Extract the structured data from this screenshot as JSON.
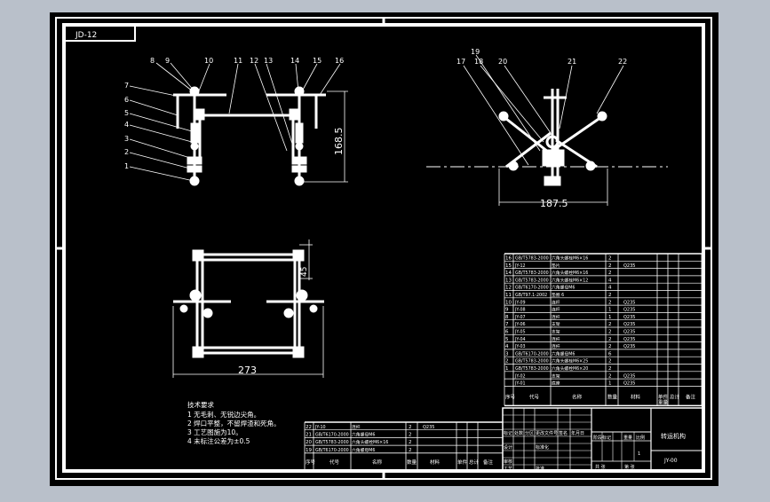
{
  "drawing": {
    "code_tag": "JD-12",
    "title": "转运机构",
    "drawing_no": "JY-00",
    "callouts_front": [
      "8",
      "9",
      "10",
      "11",
      "12",
      "13",
      "14",
      "15",
      "16",
      "7",
      "6",
      "5",
      "4",
      "3",
      "2",
      "1"
    ],
    "callouts_side": [
      "19",
      "17",
      "18",
      "20",
      "21",
      "22"
    ],
    "dims": {
      "height": "168.5",
      "side_width": "187.5",
      "top_width": "273",
      "small": "45"
    },
    "notes": {
      "heading": "技术要求",
      "lines": [
        "1 无毛刺、无锐边尖角。",
        "2 焊口平整，不留焊渣和死角。",
        "3 工艺图施为10。",
        "4 未标注公差为±0.5"
      ]
    },
    "bom_header": {
      "no": "序号",
      "code": "代号",
      "name": "名称",
      "qty": "数量",
      "material": "材料",
      "unit_weight": "单件",
      "total_weight": "总计",
      "weight": "重量",
      "remark": "备注"
    },
    "bom_rows": [
      {
        "no": "16",
        "code": "GB/T5783-2000",
        "name": "六角头螺栓M6×16",
        "qty": "2",
        "mat": ""
      },
      {
        "no": "15",
        "code": "JY-12",
        "name": "垫片",
        "qty": "2",
        "mat": "Q235"
      },
      {
        "no": "14",
        "code": "GB/T5783-2000",
        "name": "六角头螺栓M6×16",
        "qty": "2",
        "mat": ""
      },
      {
        "no": "13",
        "code": "GB/T5783-2000",
        "name": "六角头螺栓M6×12",
        "qty": "4",
        "mat": ""
      },
      {
        "no": "12",
        "code": "GB/T6170-2000",
        "name": "六角螺母M6",
        "qty": "4",
        "mat": ""
      },
      {
        "no": "11",
        "code": "GB/T97.1-2002",
        "name": "垫圈 6",
        "qty": "2",
        "mat": ""
      },
      {
        "no": "10",
        "code": "JY-09",
        "name": "连杆",
        "qty": "2",
        "mat": "Q235"
      },
      {
        "no": "9",
        "code": "JY-08",
        "name": "连杆",
        "qty": "1",
        "mat": "Q235"
      },
      {
        "no": "8",
        "code": "JY-07",
        "name": "连杆",
        "qty": "1",
        "mat": "Q235"
      },
      {
        "no": "7",
        "code": "JY-06",
        "name": "支架",
        "qty": "2",
        "mat": "Q235"
      },
      {
        "no": "6",
        "code": "JY-05",
        "name": "支架",
        "qty": "2",
        "mat": "Q235"
      },
      {
        "no": "5",
        "code": "JY-04",
        "name": "连杆",
        "qty": "2",
        "mat": "Q235"
      },
      {
        "no": "4",
        "code": "JY-03",
        "name": "连杆",
        "qty": "2",
        "mat": "Q235"
      },
      {
        "no": "3",
        "code": "GB/T6170-2000",
        "name": "六角螺母M6",
        "qty": "6",
        "mat": ""
      },
      {
        "no": "2",
        "code": "GB/T5783-2000",
        "name": "六角头螺栓M6×25",
        "qty": "2",
        "mat": ""
      },
      {
        "no": "1",
        "code": "GB/T5783-2000",
        "name": "六角头螺栓M6×20",
        "qty": "2",
        "mat": ""
      },
      {
        "no": "",
        "code": "JY-02",
        "name": "支架",
        "qty": "2",
        "mat": "Q235"
      },
      {
        "no": "",
        "code": "JY-01",
        "name": "底座",
        "qty": "1",
        "mat": "Q235"
      }
    ],
    "bom_lower_rows": [
      {
        "no": "22",
        "code": "JY-10",
        "name": "连杆",
        "qty": "2",
        "mat": "Q235"
      },
      {
        "no": "21",
        "code": "GB/T6170-2000",
        "name": "六角螺母M6",
        "qty": "2",
        "mat": ""
      },
      {
        "no": "20",
        "code": "GB/T5783-2000",
        "name": "六角头螺栓M6×16",
        "qty": "2",
        "mat": ""
      },
      {
        "no": "19",
        "code": "GB/T6170-2000",
        "name": "六角螺母M6",
        "qty": "2",
        "mat": ""
      }
    ],
    "title_block": {
      "marks": "标记",
      "count": "处数",
      "zone": "分区",
      "change_no": "更改文件号",
      "sign": "签名",
      "date": "年月日",
      "design": "设计",
      "standard": "标准化",
      "stage": "阶段标记",
      "weight": "重量",
      "scale": "比例",
      "review": "审核",
      "process": "工艺",
      "approve": "批准",
      "sheet_total": "共  张",
      "sheet_no": "第  张",
      "scale_val": "1"
    }
  }
}
